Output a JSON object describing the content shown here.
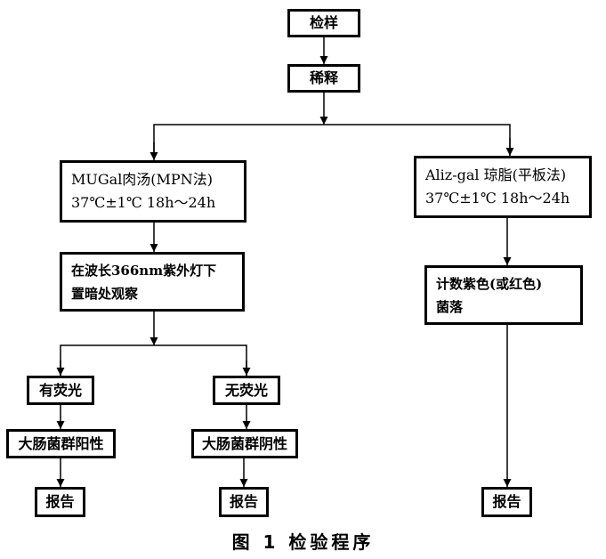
{
  "nodes": {
    "sample": "检样",
    "dilute": "稀释",
    "mugal": {
      "line1": "MUGal肉汤(MPN法)",
      "line2": "37℃±1℃  18h～24h"
    },
    "aliz": {
      "line1": "Aliz-gal 琼脂(平板法)",
      "line2": "37℃±1℃  18h～24h"
    },
    "uv": {
      "line1": "在波长366nm紫外灯下",
      "line2": "置暗处观察"
    },
    "count": {
      "line1": "计数紫色(或红色)",
      "line2": "菌落"
    },
    "fluor_yes": "有荧光",
    "fluor_no": "无荧光",
    "positive": "大肠菌群阳性",
    "negative": "大肠菌群阴性",
    "report_left": "报告",
    "report_mid": "报告",
    "report_right": "报告"
  },
  "caption": "图 1  检验程序"
}
